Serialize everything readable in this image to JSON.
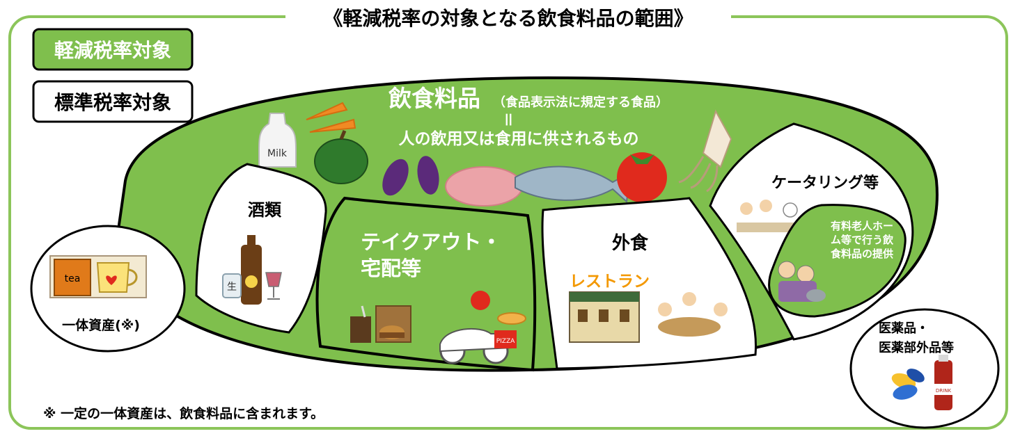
{
  "title": "《軽減税率の対象となる飲食料品の範囲》",
  "legend": {
    "reduced": "軽減税率対象",
    "standard": "標準税率対象"
  },
  "food": {
    "title": "飲食料品",
    "title_note": "（食品表示法に規定する食品）",
    "equals": "＝",
    "definition": "人の飲用又は食用に供されるもの"
  },
  "categories": {
    "alcohol": "酒類",
    "takeout_line1": "テイクアウト・",
    "takeout_line2": "宅配等",
    "dining_out": "外食",
    "catering": "ケータリング等",
    "nursing_line1": "有料老人ホー",
    "nursing_line2": "ム等で行う飲",
    "nursing_line3": "食料品の提供",
    "integrated_assets": "一体資産(※)",
    "medicine_line1": "医薬品・",
    "medicine_line2": "医薬部外品等"
  },
  "labels": {
    "milk": "Milk",
    "tea": "tea",
    "sake": "生",
    "pizza": "PIZZA",
    "restaurant": "レストラン",
    "drink": "DRINK"
  },
  "footnote": "※ 一定の一体資産は、飲食料品に含まれます。",
  "colors": {
    "green": "#7fbf4d",
    "border_green": "#8cc55a",
    "restaurant_orange": "#f39800",
    "white": "#ffffff",
    "black": "#000000"
  }
}
